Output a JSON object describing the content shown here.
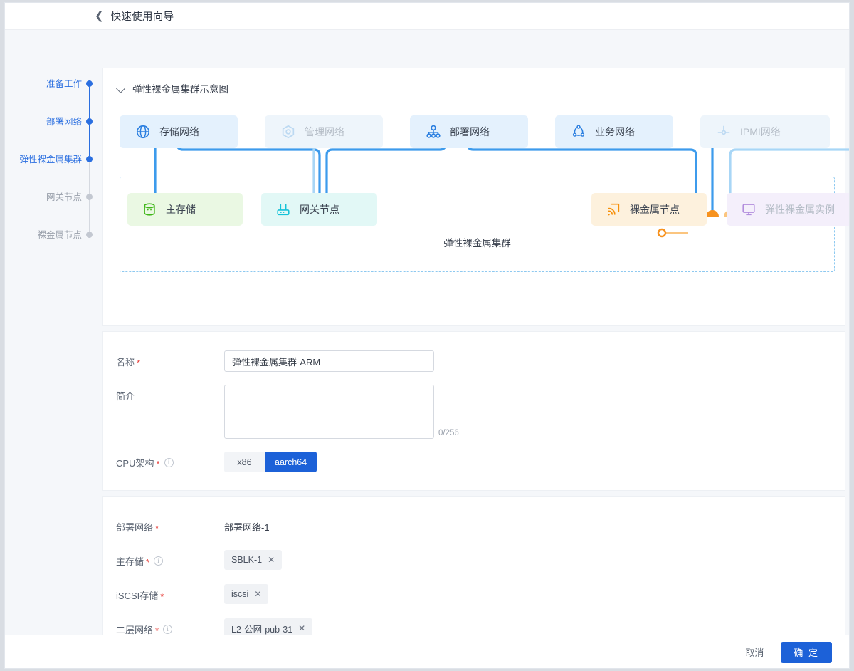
{
  "header": {
    "back_icon": "chevron-left-icon",
    "title": "快速使用向导"
  },
  "steps": [
    {
      "label": "准备工作",
      "state": "active"
    },
    {
      "label": "部署网络",
      "state": "active"
    },
    {
      "label": "弹性裸金属集群",
      "state": "active"
    },
    {
      "label": "网关节点",
      "state": "inactive"
    },
    {
      "label": "裸金属节点",
      "state": "inactive"
    }
  ],
  "diagram": {
    "title": "弹性裸金属集群示意图",
    "chevron_icon": "chevron-down-icon",
    "cluster_label": "弹性裸金属集群",
    "networks": [
      {
        "label": "存储网络",
        "icon": "globe-icon",
        "enabled": true
      },
      {
        "label": "管理网络",
        "icon": "hexagon-icon",
        "enabled": false
      },
      {
        "label": "部署网络",
        "icon": "sitemap-icon",
        "enabled": true
      },
      {
        "label": "业务网络",
        "icon": "triangle-node-icon",
        "enabled": true
      },
      {
        "label": "IPMI网络",
        "icon": "junction-icon",
        "enabled": false
      }
    ],
    "nodes": [
      {
        "label": "主存储",
        "icon": "database-icon",
        "color": "#3fb618",
        "enabled": true
      },
      {
        "label": "网关节点",
        "icon": "router-icon",
        "color": "#15c2d8",
        "enabled": true
      },
      {
        "label": "裸金属节点",
        "icon": "signal-icon",
        "color": "#f79009",
        "enabled": true
      },
      {
        "label": "弹性裸金属实例",
        "icon": "monitor-icon",
        "color": "#b18cdd",
        "enabled": false
      }
    ],
    "colors": {
      "wire_blue": "#3d9bec",
      "wire_light": "#a8d6f6",
      "dash_border": "#8ec9f0",
      "green_dot": "#4cba2a",
      "cyan_dot": "#19c6de",
      "cyan_dot_light": "#8fe3f0",
      "orange_dot": "#f7921e",
      "orange_dot_light": "#fbc57f"
    }
  },
  "form_basic": {
    "name": {
      "label": "名称",
      "required": true,
      "value": "弹性裸金属集群-ARM",
      "placeholder": ""
    },
    "desc": {
      "label": "简介",
      "required": false,
      "value": "",
      "placeholder": "",
      "counter": "0/256"
    },
    "cpu": {
      "label": "CPU架构",
      "required": true,
      "help": true,
      "options": [
        "x86",
        "aarch64"
      ],
      "selected": "aarch64"
    }
  },
  "form_network": {
    "rows": [
      {
        "label": "部署网络",
        "required": true,
        "help": false,
        "type": "text",
        "value": "部署网络-1"
      },
      {
        "label": "主存储",
        "required": true,
        "help": true,
        "type": "tag",
        "value": "SBLK-1"
      },
      {
        "label": "iSCSI存储",
        "required": true,
        "help": false,
        "type": "tag",
        "value": "iscsi"
      },
      {
        "label": "二层网络",
        "required": true,
        "help": true,
        "type": "tag",
        "value": "L2-公网-pub-31"
      }
    ],
    "tag_remove_icon": "close-icon"
  },
  "footer": {
    "cancel": "取消",
    "confirm": "确 定"
  }
}
